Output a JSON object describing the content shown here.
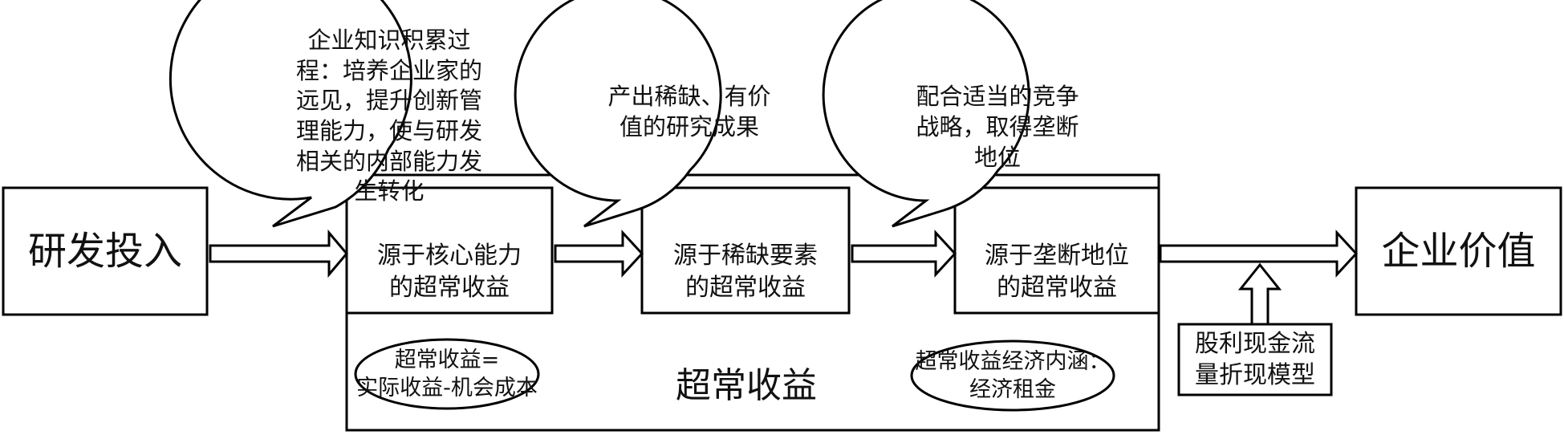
{
  "nodes": {
    "rd_input": "研发投入",
    "enterprise_value": "企业价值",
    "core_capability": "源于核心能力\n的超常收益",
    "scarce_factor": "源于稀缺要素\n的超常收益",
    "monopoly": "源于垄断地位\n的超常收益",
    "dcf_model": "股利现金流\n量折现模型"
  },
  "bubbles": {
    "knowledge": "企业知识积累过\n程：培养企业家的\n远见，提升创新管\n理能力，使与研发\n相关的内部能力发\n生转化",
    "research": "产出稀缺、有价\n值的研究成果",
    "strategy": "配合适当的竞争\n战略，取得垄断\n地位"
  },
  "excess_return": {
    "label": "超常收益",
    "formula": "超常收益=\n实际收益-机会成本",
    "connotation": "超常收益经济内涵：\n经济租金"
  }
}
